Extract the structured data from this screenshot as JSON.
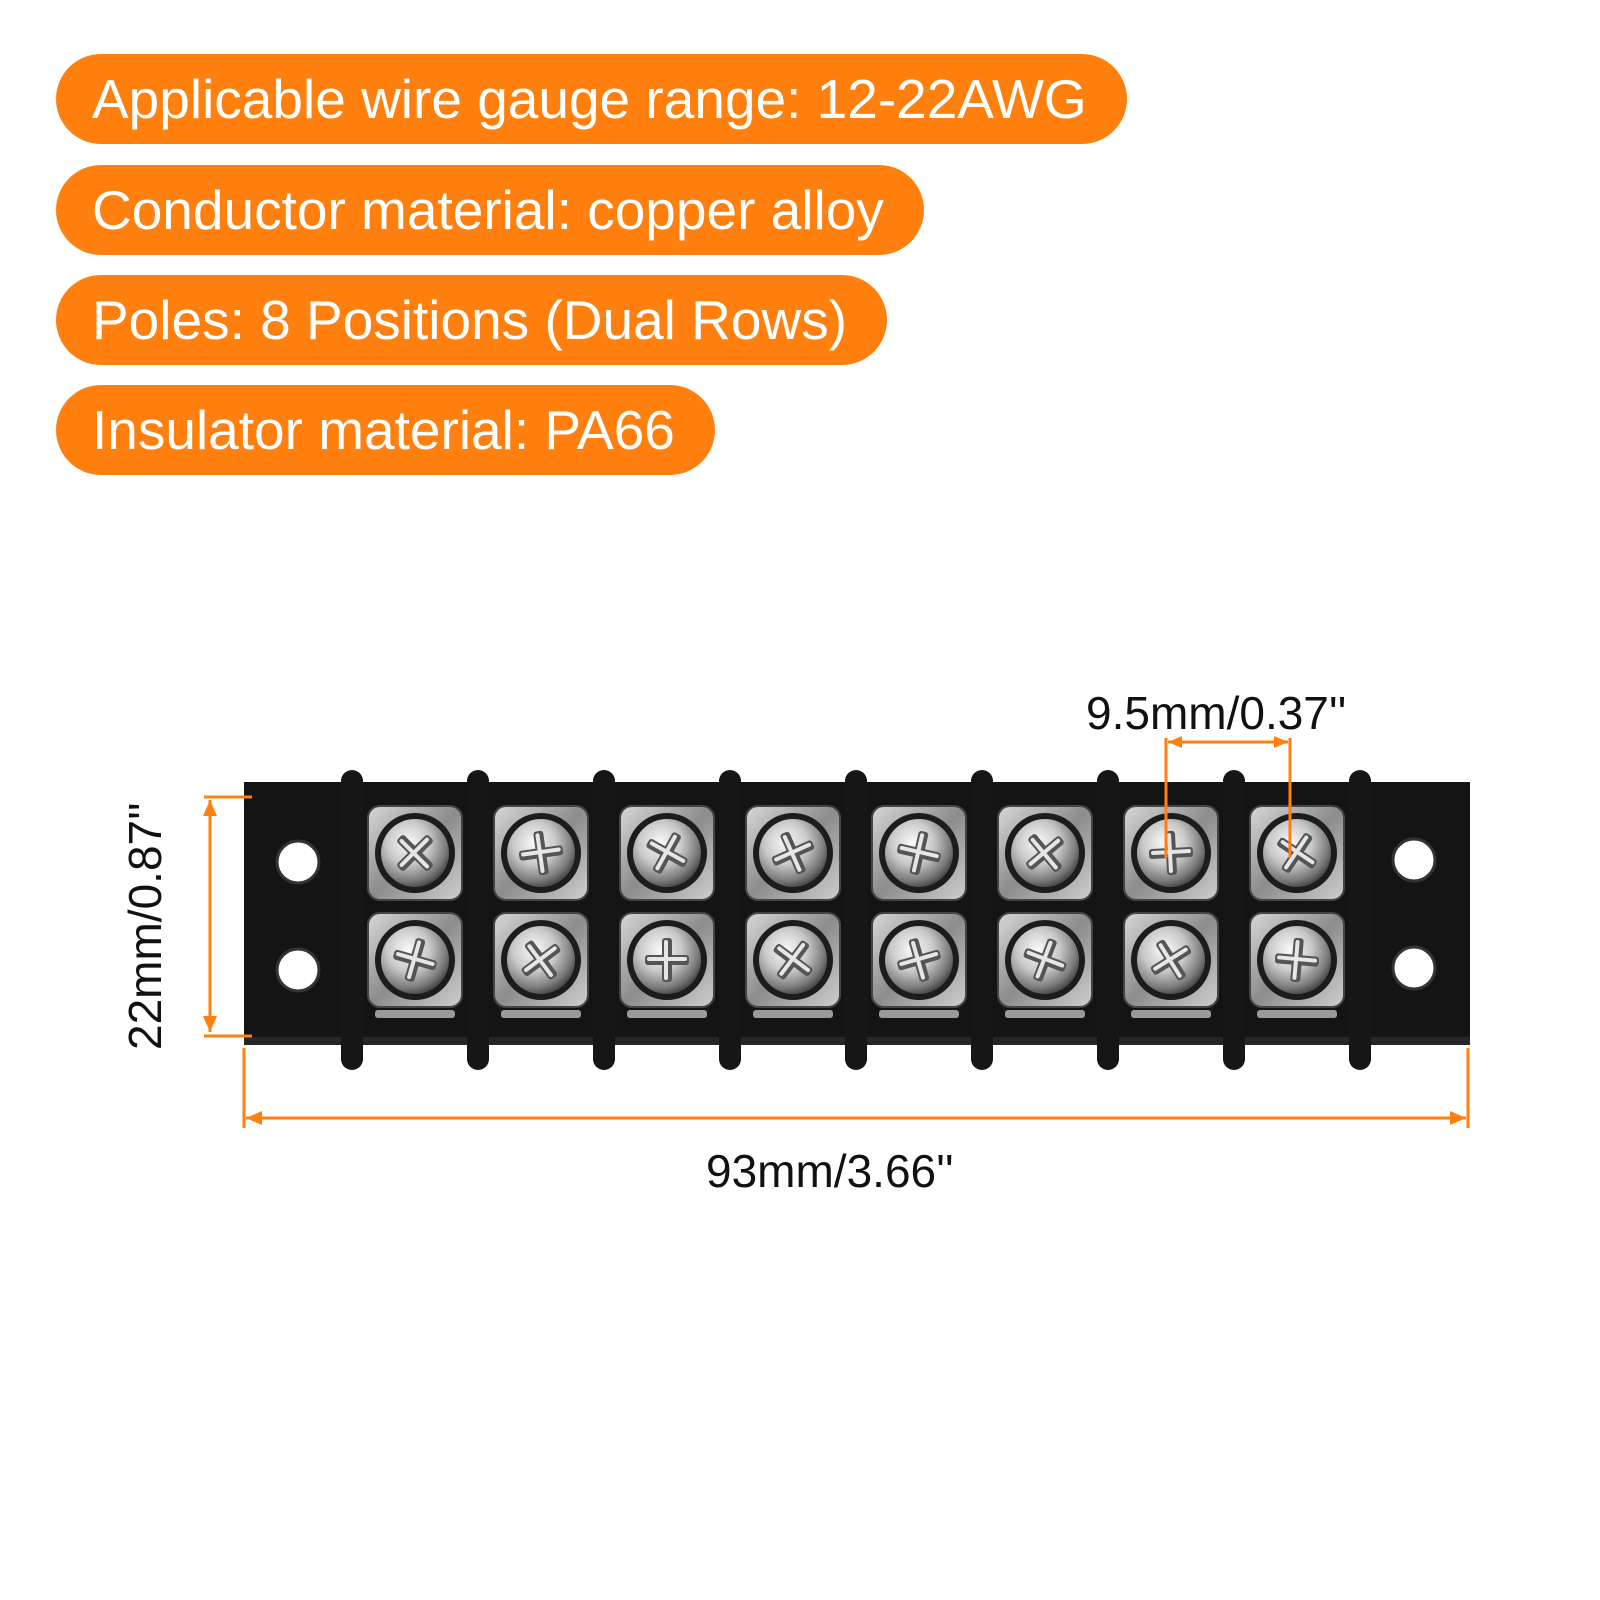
{
  "specs": [
    "Applicable wire gauge range: 12-22AWG",
    "Conductor material: copper alloy",
    "Poles: 8 Positions (Dual Rows)",
    "Insulator material: PA66"
  ],
  "dimensions": {
    "pitch": "9.5mm/0.37''",
    "height": "22mm/0.87''",
    "length": "93mm/3.66''"
  },
  "product": {
    "positions": 8,
    "rows": 2
  },
  "colors": {
    "accent": "#ff7f0f",
    "body": "#141414",
    "text": "#111111"
  }
}
